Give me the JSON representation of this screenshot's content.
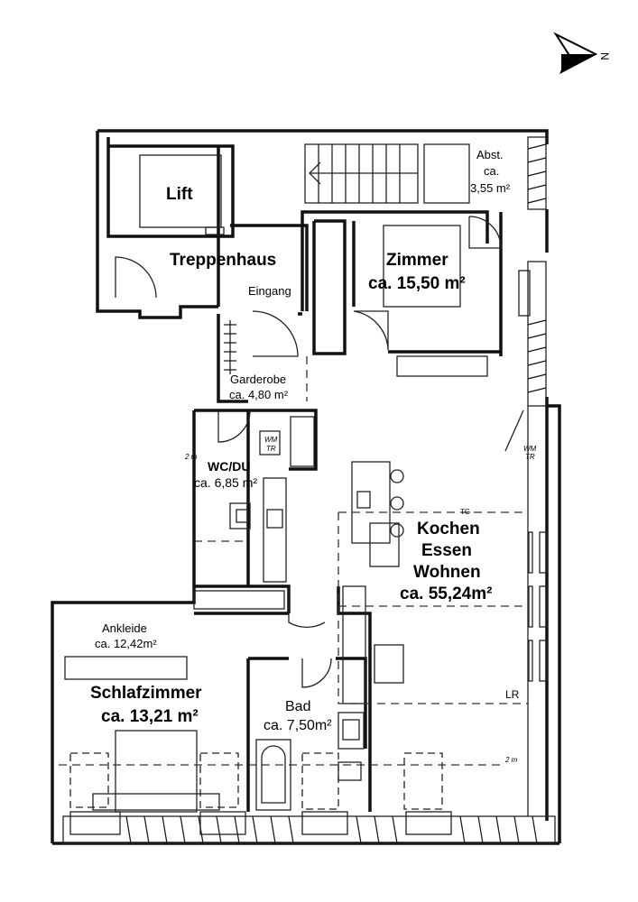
{
  "compass": {
    "north_label": "N"
  },
  "rooms": {
    "lift": {
      "name": "Lift"
    },
    "treppenhaus": {
      "name": "Treppenhaus"
    },
    "eingang": {
      "name": "Eingang"
    },
    "abst": {
      "name_line1": "Abst.",
      "name_line2": "ca.",
      "area": "3,55 m²"
    },
    "zimmer": {
      "name": "Zimmer",
      "area": "ca. 15,50 m²"
    },
    "garderobe": {
      "name": "Garderobe",
      "area": "ca. 4,80 m²"
    },
    "wc_du": {
      "name": "WC/DU",
      "area": "ca. 6,85 m²"
    },
    "kochen": {
      "line1": "Kochen",
      "line2": "Essen",
      "line3": "Wohnen",
      "area": "ca. 55,24m²"
    },
    "ankleide": {
      "name": "Ankleide",
      "area": "ca. 12,42m²"
    },
    "schlafzimmer": {
      "name": "Schlafzimmer",
      "area": "ca. 13,21 m²"
    },
    "bad": {
      "name": "Bad",
      "area": "ca. 7,50m²"
    }
  },
  "annotations": {
    "wm_tr_1_line1": "WM",
    "wm_tr_1_line2": "TR",
    "wm_tr_2_line1": "WM",
    "wm_tr_2_line2": "TR",
    "tg": "TG",
    "lr": "LR",
    "dim_2m_left": "2 m",
    "dim_2m_right": "2 m"
  }
}
